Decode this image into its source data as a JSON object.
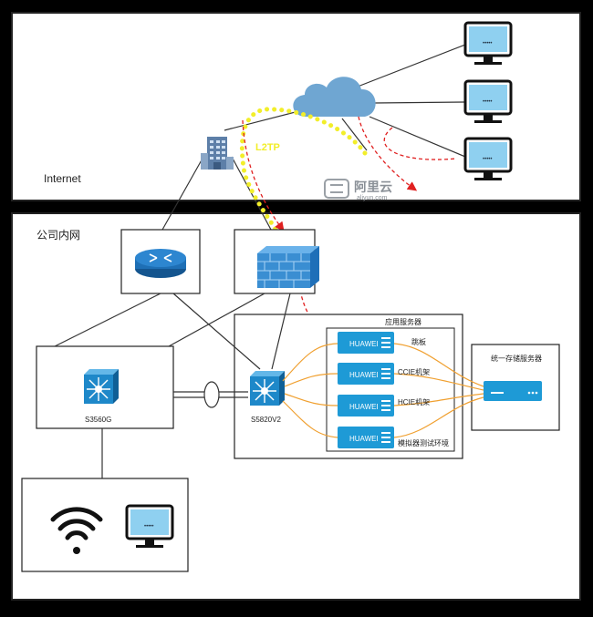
{
  "internet": {
    "label": "Internet"
  },
  "lan": {
    "label": "公司内网"
  },
  "vpn": {
    "label": "L2TP"
  },
  "watermark": {
    "brand": "阿里云",
    "domain": "aliyun.com"
  },
  "switches": {
    "core": {
      "label": "S3560G"
    },
    "access": {
      "label": "S5820V2"
    }
  },
  "app_servers": {
    "title": "应用服务器",
    "brand": "HUAWEI",
    "items": [
      {
        "label": "跳板"
      },
      {
        "label": "CCIE机架"
      },
      {
        "label": "HCIE机架"
      },
      {
        "label": "模拟器测试环境"
      }
    ]
  },
  "storage": {
    "title": "统一存储服务器"
  },
  "colors": {
    "vpn_path": "#f2ee2a",
    "traffic_path": "#e02020",
    "server_links": "#f0a030",
    "device_blue": "#1e9ad6",
    "cloud": "#6fa6d2",
    "firewall": "#3a8ed2"
  }
}
